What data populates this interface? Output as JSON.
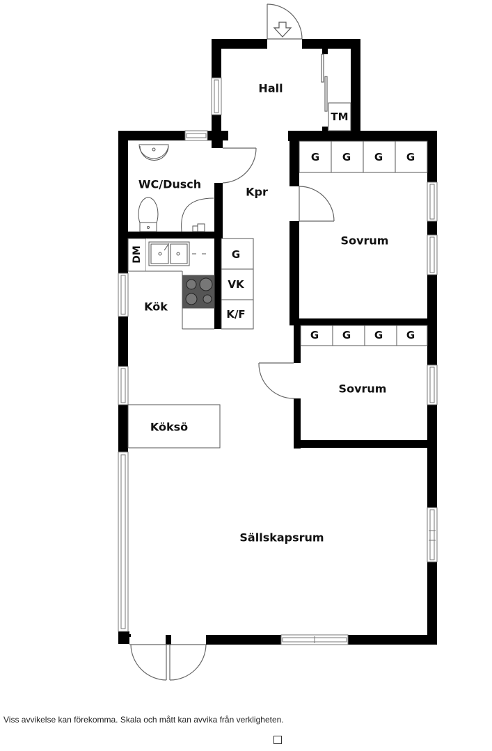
{
  "floorplan": {
    "rooms": {
      "hall": "Hall",
      "wc": "WC/Dusch",
      "kpr": "Kpr",
      "kok": "Kök",
      "sovrum1": "Sovrum",
      "sovrum2": "Sovrum",
      "kokso": "Köksö",
      "sallskapsrum": "Sällskapsrum"
    },
    "fixtures": {
      "tm": "TM",
      "dm": "DM",
      "kitchen_g": "G",
      "vk": "VK",
      "kf": "K/F",
      "wardrobe_label": "G",
      "sovrum1_wardrobes": [
        "G",
        "G",
        "G",
        "G"
      ],
      "sovrum2_wardrobes": [
        "G",
        "G",
        "G",
        "G"
      ]
    },
    "icons": {
      "entrance": "entrance-arrow-icon",
      "sink": "sink-icon",
      "toilet": "toilet-icon",
      "shower": "shower-icon",
      "kitchen_sink": "double-sink-icon",
      "stove": "stove-icon",
      "door": "door-swing-icon",
      "window": "window-icon"
    },
    "colors": {
      "wall": "#000000",
      "line": "#555555",
      "stove": "#555555",
      "background": "#ffffff"
    }
  },
  "footer": {
    "disclaimer": "Viss avvikelse kan förekomma. Skala och mått kan avvika från verkligheten."
  }
}
